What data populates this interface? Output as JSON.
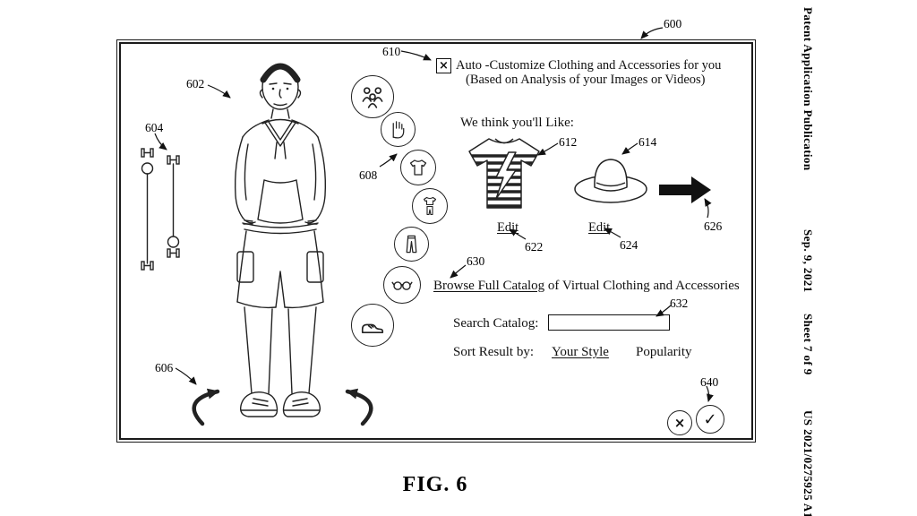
{
  "patent_header": {
    "publication": "Patent Application Publication",
    "date": "Sep. 9, 2021",
    "sheet": "Sheet 7 of 9",
    "number": "US 2021/0275925 A1"
  },
  "figure": {
    "caption": "FIG. 6"
  },
  "refs": {
    "r600": "600",
    "r602": "602",
    "r604": "604",
    "r606": "606",
    "r608": "608",
    "r610": "610",
    "r612": "612",
    "r614": "614",
    "r622": "622",
    "r624": "624",
    "r626": "626",
    "r630": "630",
    "r632": "632",
    "r640": "640"
  },
  "ui": {
    "auto_customize_line1": "Auto -Customize Clothing and Accessories for you",
    "auto_customize_line2": "(Based on Analysis of your Images or Videos)",
    "suggestion_heading": "We think you'll Like:",
    "edit_shirt": "Edit",
    "edit_hat": "Edit",
    "browse_link": "Browse Full Catalog",
    "browse_rest": " of Virtual Clothing and Accessories",
    "search_label": "Search Catalog:",
    "search_placeholder": "",
    "sort_label": "Sort Result by:",
    "sort_option_style": "Your Style",
    "sort_option_popularity": "Popularity"
  },
  "sidebar_icons": [
    {
      "name": "people-group-icon"
    },
    {
      "name": "wave-hand-icon"
    },
    {
      "name": "tshirt-icon"
    },
    {
      "name": "outfit-icon"
    },
    {
      "name": "pants-icon"
    },
    {
      "name": "eyeglasses-icon"
    },
    {
      "name": "sneaker-icon"
    }
  ],
  "icons": {
    "checkbox_checked_glyph": "×",
    "close_glyph": "×",
    "confirm_glyph": "✓"
  },
  "colors": {
    "ink": "#1a1a1a",
    "paper": "#ffffff"
  }
}
